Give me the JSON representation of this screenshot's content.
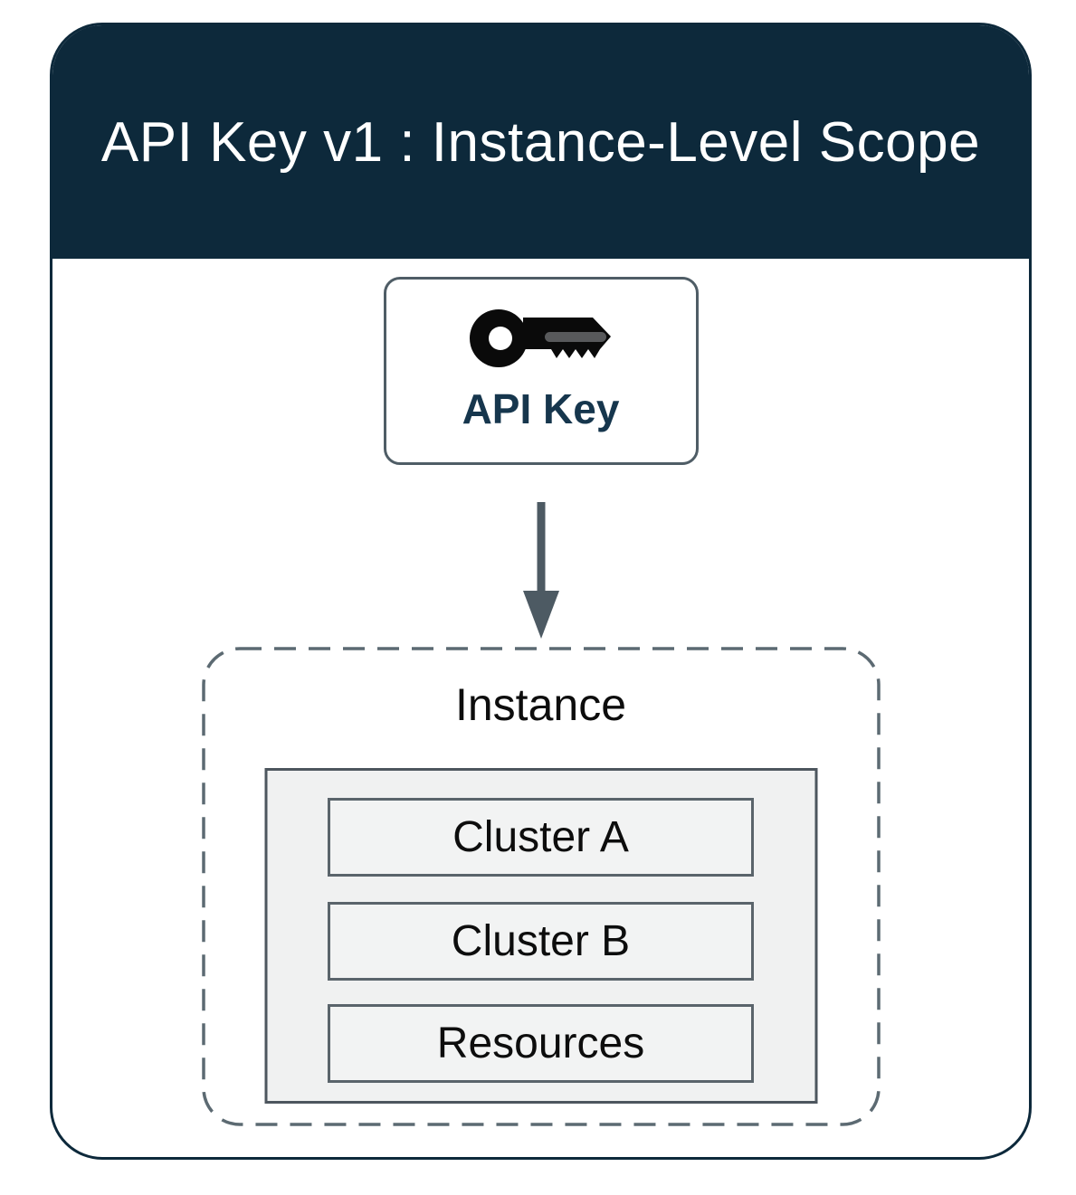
{
  "header": {
    "title": "API Key v1 : Instance-Level Scope"
  },
  "api_key_node": {
    "label": "API Key",
    "icon": "key-icon"
  },
  "arrow": {
    "icon": "arrow-down-icon",
    "direction": "down"
  },
  "instance": {
    "label": "Instance",
    "children": [
      {
        "label": "Cluster A"
      },
      {
        "label": "Cluster B"
      },
      {
        "label": "Resources"
      }
    ]
  },
  "colors": {
    "header_bg": "#0d293b",
    "card_border": "#0d293b",
    "title_text": "#ffffff",
    "api_key_text": "#16364d",
    "node_border": "#4f5d66",
    "arrow": "#4d5a63",
    "dashed_border": "#5c6a72",
    "panel_fill": "#f0f1f1",
    "panel_border": "#4d565e",
    "item_fill": "#f2f3f3",
    "item_border": "#5a646b",
    "key_icon_body": "#0a0a0a",
    "key_icon_stripe": "#58595b"
  }
}
